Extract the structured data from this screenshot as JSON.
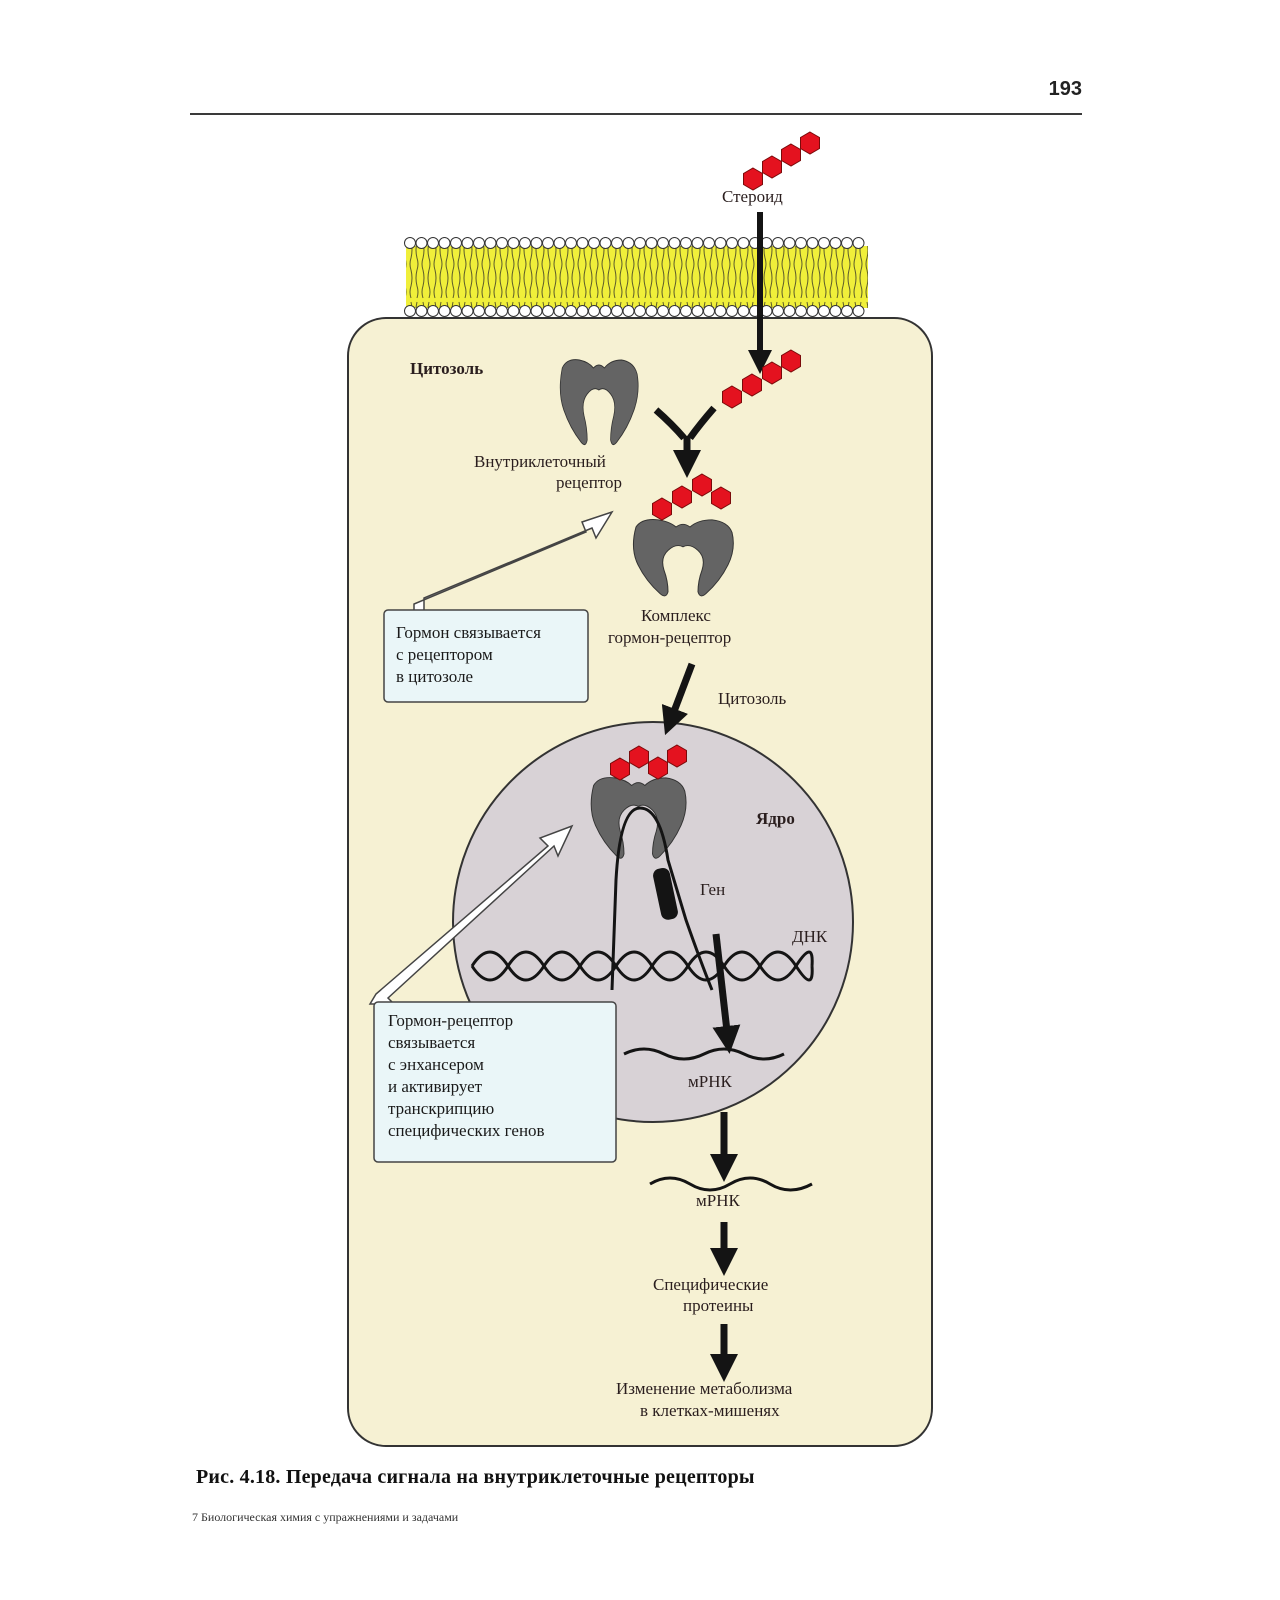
{
  "page": {
    "number": "193",
    "caption": "Рис. 4.18. Передача сигнала на внутриклеточные рецепторы",
    "footer": "7 Биологическая химия с упражнениями и задачами"
  },
  "diagram": {
    "labels": {
      "steroid": "Стероид",
      "cytosol_top": "Цитозоль",
      "intracellular_receptor_1": "Внутриклеточный",
      "intracellular_receptor_2": "рецептор",
      "complex_1": "Комплекс",
      "complex_2": "гормон-рецептор",
      "cytosol_mid": "Цитозоль",
      "nucleus": "Ядро",
      "gene": "Ген",
      "dna": "ДНК",
      "mrna_nucleus": "мРНК",
      "mrna_cytosol": "мРНК",
      "proteins_1": "Специфические",
      "proteins_2": "протеины",
      "metabolism_1": "Изменение метаболизма",
      "metabolism_2": "в клетках-мишенях"
    },
    "callouts": {
      "binding": [
        "Гормон связывается",
        "с рецептором",
        "в цитозоле"
      ],
      "enhancer": [
        "Гормон-рецептор",
        "связывается",
        "с энхансером",
        "и активирует",
        "транскрипцию",
        "специфических генов"
      ]
    },
    "colors": {
      "hormone": "#e4121f",
      "membrane": "#f0ef3a",
      "cell": "#f6f1d3",
      "nucleus": "#d8d2d6",
      "receptor": "#646464",
      "callout_box": "#eaf6f8",
      "label_text": "#2a1e1e"
    }
  }
}
